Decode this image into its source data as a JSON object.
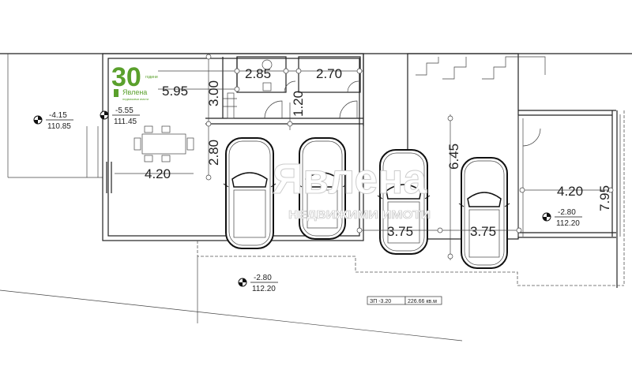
{
  "logo": {
    "number": "30",
    "years_label": "години",
    "brand": "Явлена",
    "tagline": "недвижими имоти",
    "color": "#5aa02c"
  },
  "watermark": {
    "brand": "Явлена",
    "tagline": "НЕДВИЖИМИ ИМОТИ"
  },
  "levels": [
    {
      "relative": "-4.15",
      "absolute": "110.85"
    },
    {
      "relative": "-5.55",
      "absolute": "111.45"
    },
    {
      "relative": "-2.80",
      "absolute": "112.20"
    },
    {
      "relative": "-2.80",
      "absolute": "112.20"
    }
  ],
  "dimensions": {
    "d595": "5.95",
    "d300": "3.00",
    "d285": "2.85",
    "d270": "2.70",
    "d120": "1.20",
    "d280": "2.80",
    "d420a": "4.20",
    "d645": "6.45",
    "d375a": "3.75",
    "d375b": "3.75",
    "d420b": "4.20",
    "d795": "7.95"
  },
  "area_box": {
    "label": "ЗП -3.20",
    "value": "226.66 кв.м"
  }
}
